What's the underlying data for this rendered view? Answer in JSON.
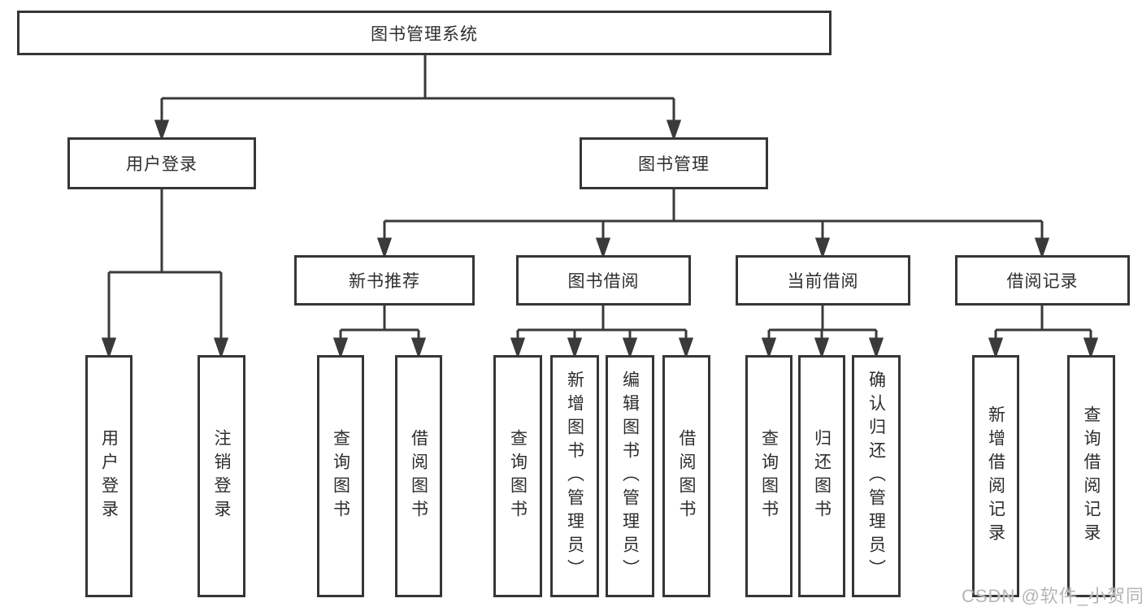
{
  "diagram": {
    "root": {
      "label": "图书管理系统"
    },
    "level2": [
      {
        "label": "用户登录"
      },
      {
        "label": "图书管理"
      }
    ],
    "level3": [
      {
        "label": "新书推荐"
      },
      {
        "label": "图书借阅"
      },
      {
        "label": "当前借阅"
      },
      {
        "label": "借阅记录"
      }
    ],
    "leaves": {
      "user_login_group": [
        {
          "label": "用户登录"
        },
        {
          "label": "注销登录"
        }
      ],
      "new_book_group": [
        {
          "label": "查询图书"
        },
        {
          "label": "借阅图书"
        }
      ],
      "book_borrow_group": [
        {
          "label": "查询图书"
        },
        {
          "label": "新增图书（管理员）"
        },
        {
          "label": "编辑图书（管理员）"
        },
        {
          "label": "借阅图书"
        }
      ],
      "current_borrow_group": [
        {
          "label": "查询图书"
        },
        {
          "label": "归还图书"
        },
        {
          "label": "确认归还（管理员）"
        }
      ],
      "record_group": [
        {
          "label": "新增借阅记录"
        },
        {
          "label": "查询借阅记录"
        }
      ]
    },
    "colors": {
      "line": "#3a3a3a",
      "box_border": "#363636",
      "text": "#2d2d2d",
      "background": "#ffffff",
      "watermark": "#b5b5b5"
    }
  },
  "watermark": {
    "text": "CSDN @软件_小贺同学"
  }
}
